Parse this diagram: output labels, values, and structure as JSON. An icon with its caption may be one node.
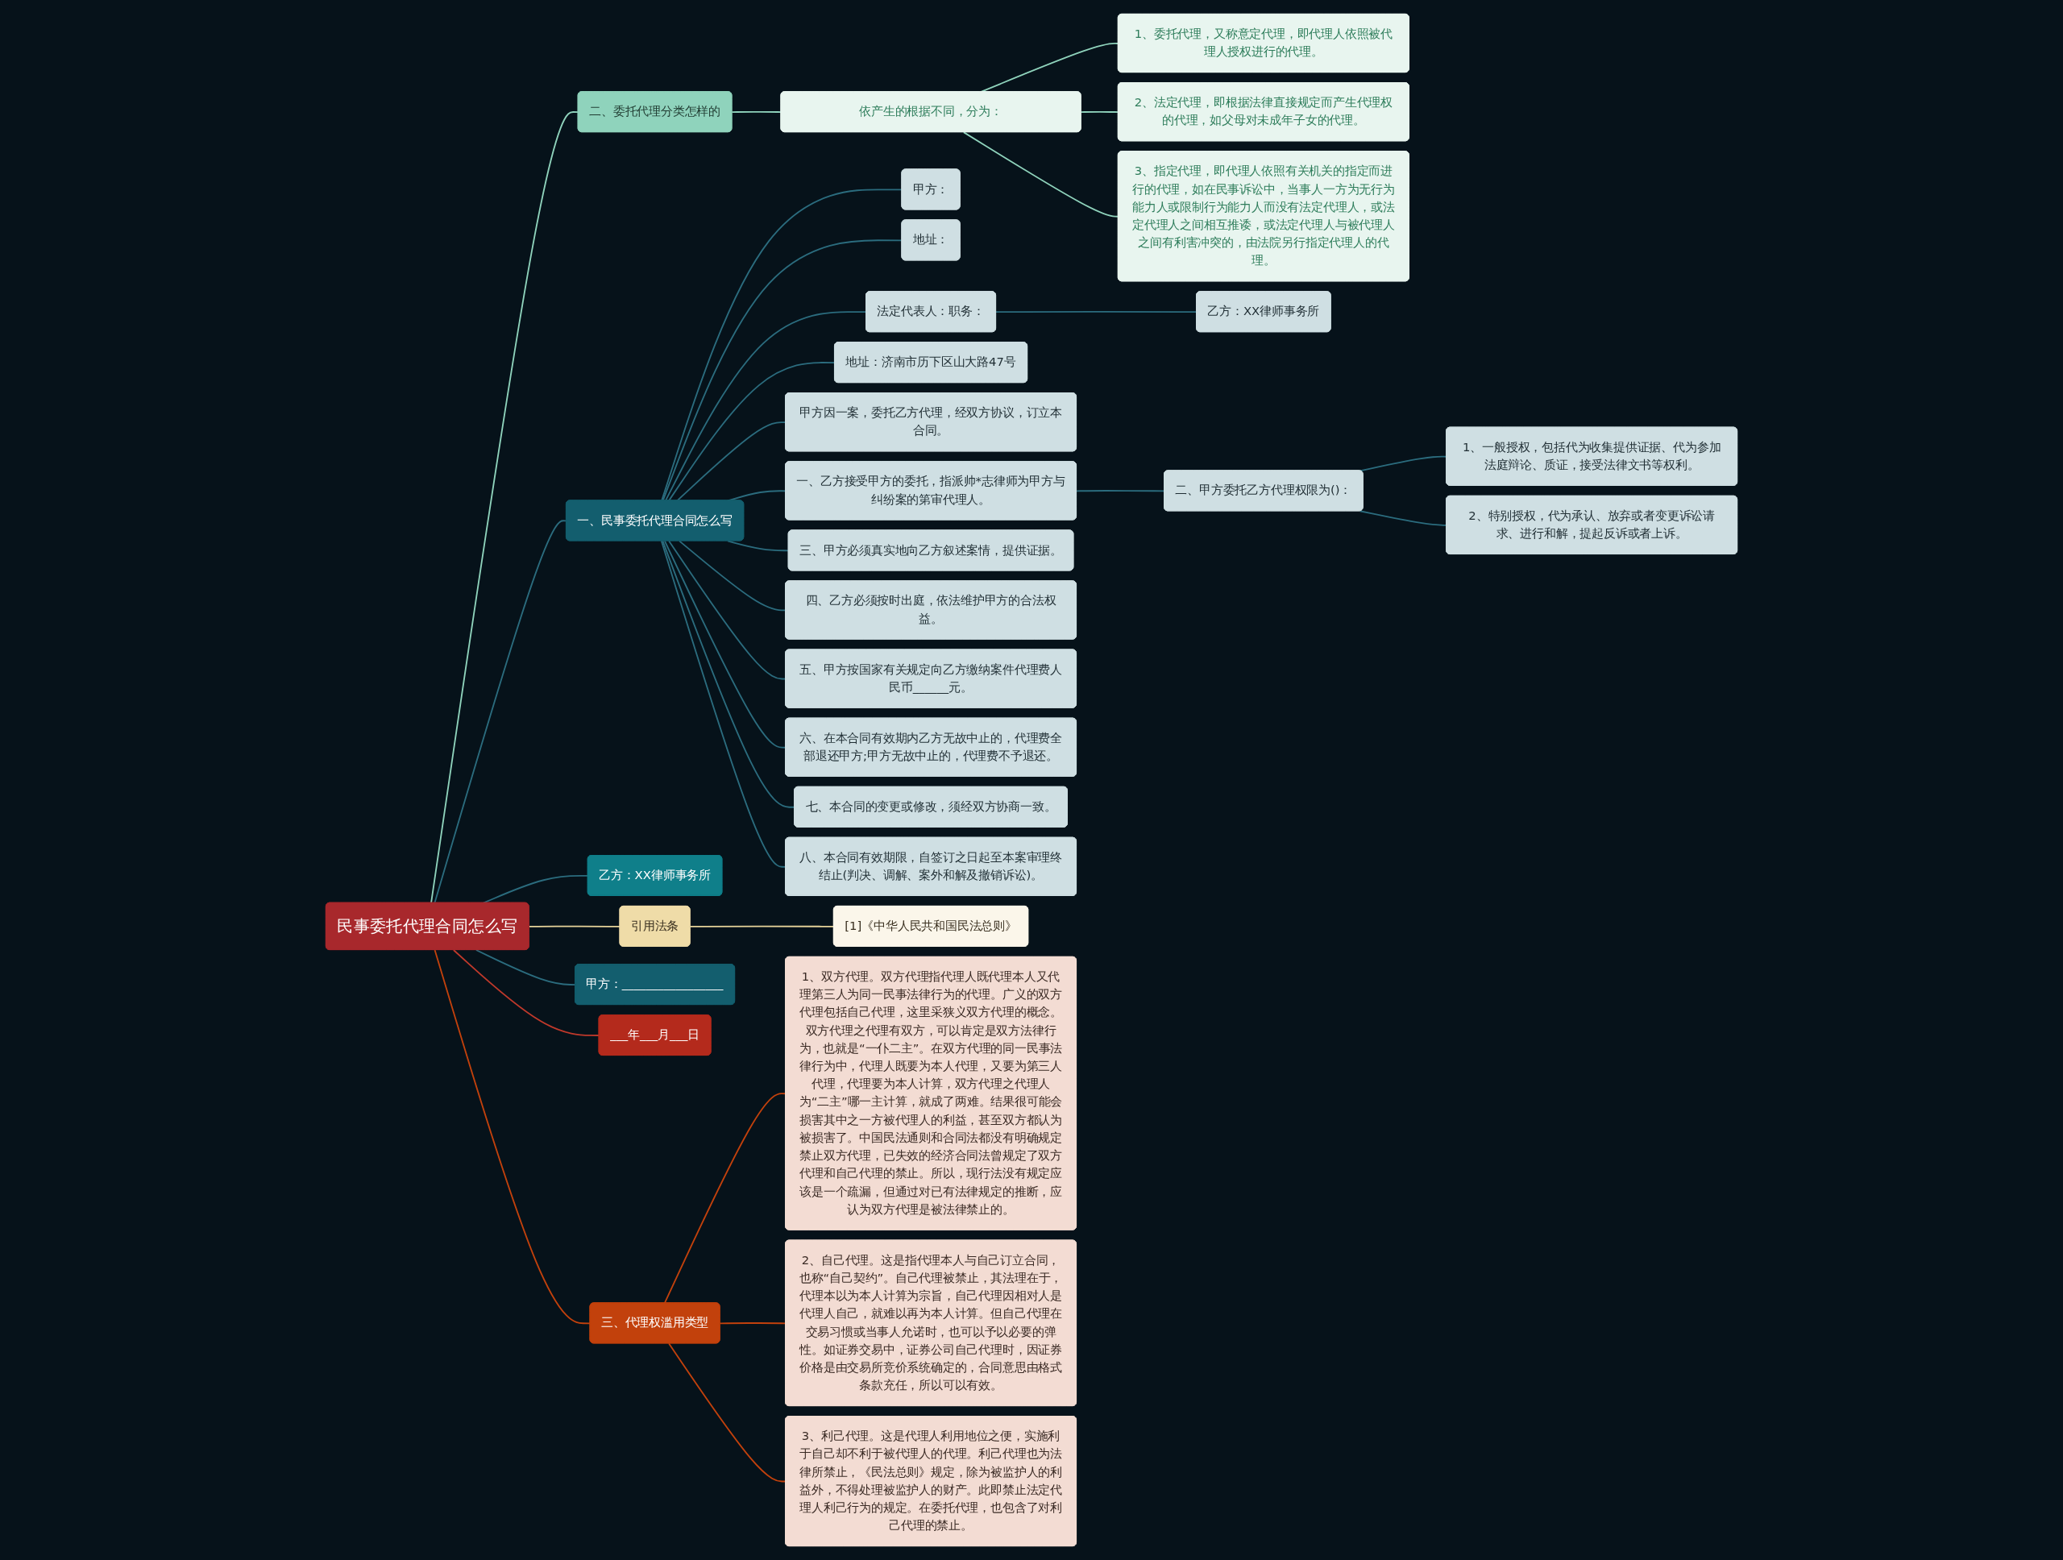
{
  "diagram": {
    "nodes": [
      {
        "text": [
          "民事委托代理合同怎么写"
        ]
      },
      {
        "text": [
          "一、民事委托代理合同怎么写"
        ]
      },
      {
        "text": [
          "甲方："
        ]
      },
      {
        "text": [
          "地址："
        ]
      },
      {
        "text": [
          "法定代表人：职务："
        ]
      },
      {
        "text": [
          "乙方：XX律师事务所"
        ]
      },
      {
        "text": [
          "地址：济南市历下区山大路47号"
        ]
      },
      {
        "text": [
          "甲方因一案，委托乙方代理，经双方协议，订立本合同。"
        ]
      },
      {
        "text": [
          "一、乙方接受甲方的委托，指派帅*志律师为甲方与纠纷案的第审代理人。"
        ]
      },
      {
        "text": [
          "二、甲方委托乙方代理权限为()："
        ]
      },
      {
        "text": [
          "1、一般授权，包括代为收集提供证据、代为参加法庭辩论、质证，接受法律文书等权利。"
        ]
      },
      {
        "text": [
          "2、特别授权，代为承认、放弃或者变更诉讼请求、进行和解，提起反诉或者上诉。"
        ]
      },
      {
        "text": [
          "三、甲方必须真实地向乙方叙述案情，提供证据。"
        ]
      },
      {
        "text": [
          "四、乙方必须按时出庭，依法维护甲方的合法权益。"
        ]
      },
      {
        "text": [
          "五、甲方按国家有关规定向乙方缴纳案件代理费人民币______元。"
        ]
      },
      {
        "text": [
          "六、在本合同有效期内乙方无故中止的，代理费全部退还甲方;甲方无故中止的，代理费不予退还。"
        ]
      },
      {
        "text": [
          "七、本合同的变更或修改，须经双方协商一致。"
        ]
      },
      {
        "text": [
          "八、本合同有效期限，自签订之日起至本案审理终结止(判决、调解、案外和解及撤销诉讼)。"
        ]
      },
      {
        "text": [
          "乙方：XX律师事务所"
        ]
      },
      {
        "text": [
          "二、委托代理分类怎样的"
        ]
      },
      {
        "text": [
          "依产生的根据不同，分为："
        ]
      },
      {
        "text": [
          "1、委托代理，又称意定代理，即代理人依照被代理人授权进行的代理。"
        ]
      },
      {
        "text": [
          "2、法定代理，即根据法律直接规定而产生代理权的代理，如父母对未成年子女的代理。"
        ]
      },
      {
        "text": [
          "3、指定代理，即代理人依照有关机关的指定而进行的代理，如在民事诉讼中，当事人一方为无行为能力人或限制行为能力人而没有法定代理人，或法定代理人之间相互推诿，或法定代理人与被代理人之间有利害冲突的，由法院另行指定代理人的代理。"
        ]
      },
      {
        "text": [
          "引用法条"
        ]
      },
      {
        "text": [
          "[1]《中华人民共和国民法总则》"
        ]
      },
      {
        "text": [
          "甲方：_________________"
        ]
      },
      {
        "text": [
          "___年___月___日"
        ]
      },
      {
        "text": [
          "三、代理权滥用类型"
        ]
      },
      {
        "text": [
          "1、双方代理。双方代理指代理人既代理本人又代理第三人为同一民事法律行为的代理。广义的双方代理包括自己代理，这里采狭义双方代理的概念。双方代理之代理有双方，可以肯定是双方法律行为，也就是“一仆二主”。在双方代理的同一民事法律行为中，代理人既要为本人代理，又要为第三人代理，代理要为本人计算，双方代理之代理人为“二主”哪一主计算，就成了两难。结果很可能会损害其中之一方被代理人的利益，甚至双方都认为被损害了。中国民法通则和合同法都没有明确规定禁止双方代理，已失效的经济合同法曾规定了双方代理和自己代理的禁止。所以，现行法没有规定应该是一个疏漏，但通过对已有法律规定的推断，应认为双方代理是被法律禁止的。"
        ]
      },
      {
        "text": [
          "2、自己代理。这是指代理本人与自己订立合同，也称“自己契约”。自己代理被禁止，其法理在于，代理本以为本人计算为宗旨，自己代理因相对人是代理人自己，就难以再为本人计算。但自己代理在交易习惯或当事人允诺时，也可以予以必要的弹性。如证券交易中，证券公司自己代理时，因证券价格是由交易所竞价系统确定的，合同意思由格式条款充任，所以可以有效。"
        ]
      },
      {
        "text": [
          "3、利己代理。这是代理人利用地位之便，实施利于自己却不利于被代理人的代理。利己代理也为法律所禁止，《民法总则》规定，除为被监护人的利益外，不得处理被监护人的财产。此即禁止法定代理人利己行为的规定。在委托代理，也包含了对利己代理的禁止。"
        ]
      }
    ],
    "edges": [
      {
        "from": 0,
        "to": 1,
        "arrow": "none"
      },
      {
        "from": 1,
        "to": 2,
        "arrow": "none"
      },
      {
        "from": 1,
        "to": 3,
        "arrow": "none"
      },
      {
        "from": 1,
        "to": 4,
        "arrow": "none"
      },
      {
        "from": 4,
        "to": 5,
        "arrow": "none"
      },
      {
        "from": 1,
        "to": 6,
        "arrow": "none"
      },
      {
        "from": 1,
        "to": 7,
        "arrow": "none"
      },
      {
        "from": 1,
        "to": 8,
        "arrow": "none"
      },
      {
        "from": 8,
        "to": 9,
        "arrow": "none"
      },
      {
        "from": 9,
        "to": 10,
        "arrow": "none"
      },
      {
        "from": 9,
        "to": 11,
        "arrow": "none"
      },
      {
        "from": 1,
        "to": 12,
        "arrow": "none"
      },
      {
        "from": 1,
        "to": 13,
        "arrow": "none"
      },
      {
        "from": 1,
        "to": 14,
        "arrow": "none"
      },
      {
        "from": 1,
        "to": 15,
        "arrow": "none"
      },
      {
        "from": 1,
        "to": 16,
        "arrow": "none"
      },
      {
        "from": 1,
        "to": 17,
        "arrow": "none"
      },
      {
        "from": 0,
        "to": 18,
        "arrow": "none"
      },
      {
        "from": 0,
        "to": 19,
        "arrow": "none",
        "color": "#8fd3bc"
      },
      {
        "from": 19,
        "to": 20,
        "arrow": "none",
        "color": "#8fd3bc"
      },
      {
        "from": 20,
        "to": 21,
        "arrow": "none",
        "color": "#8fd3bc"
      },
      {
        "from": 20,
        "to": 22,
        "arrow": "none",
        "color": "#8fd3bc"
      },
      {
        "from": 20,
        "to": 23,
        "arrow": "none",
        "color": "#8fd3bc"
      },
      {
        "from": 0,
        "to": 24,
        "arrow": "none",
        "color": "#e6d39a"
      },
      {
        "from": 24,
        "to": 25,
        "arrow": "none",
        "color": "#e6d39a"
      },
      {
        "from": 0,
        "to": 26,
        "arrow": "none"
      },
      {
        "from": 0,
        "to": 27,
        "arrow": "none",
        "color": "#c0392b"
      },
      {
        "from": 0,
        "to": 28,
        "arrow": "none",
        "color": "#c2410c"
      },
      {
        "from": 28,
        "to": 29,
        "arrow": "none",
        "color": "#c2410c"
      },
      {
        "from": 28,
        "to": 30,
        "arrow": "none",
        "color": "#c2410c"
      },
      {
        "from": 28,
        "to": 31,
        "arrow": "none",
        "color": "#c2410c"
      }
    ]
  }
}
